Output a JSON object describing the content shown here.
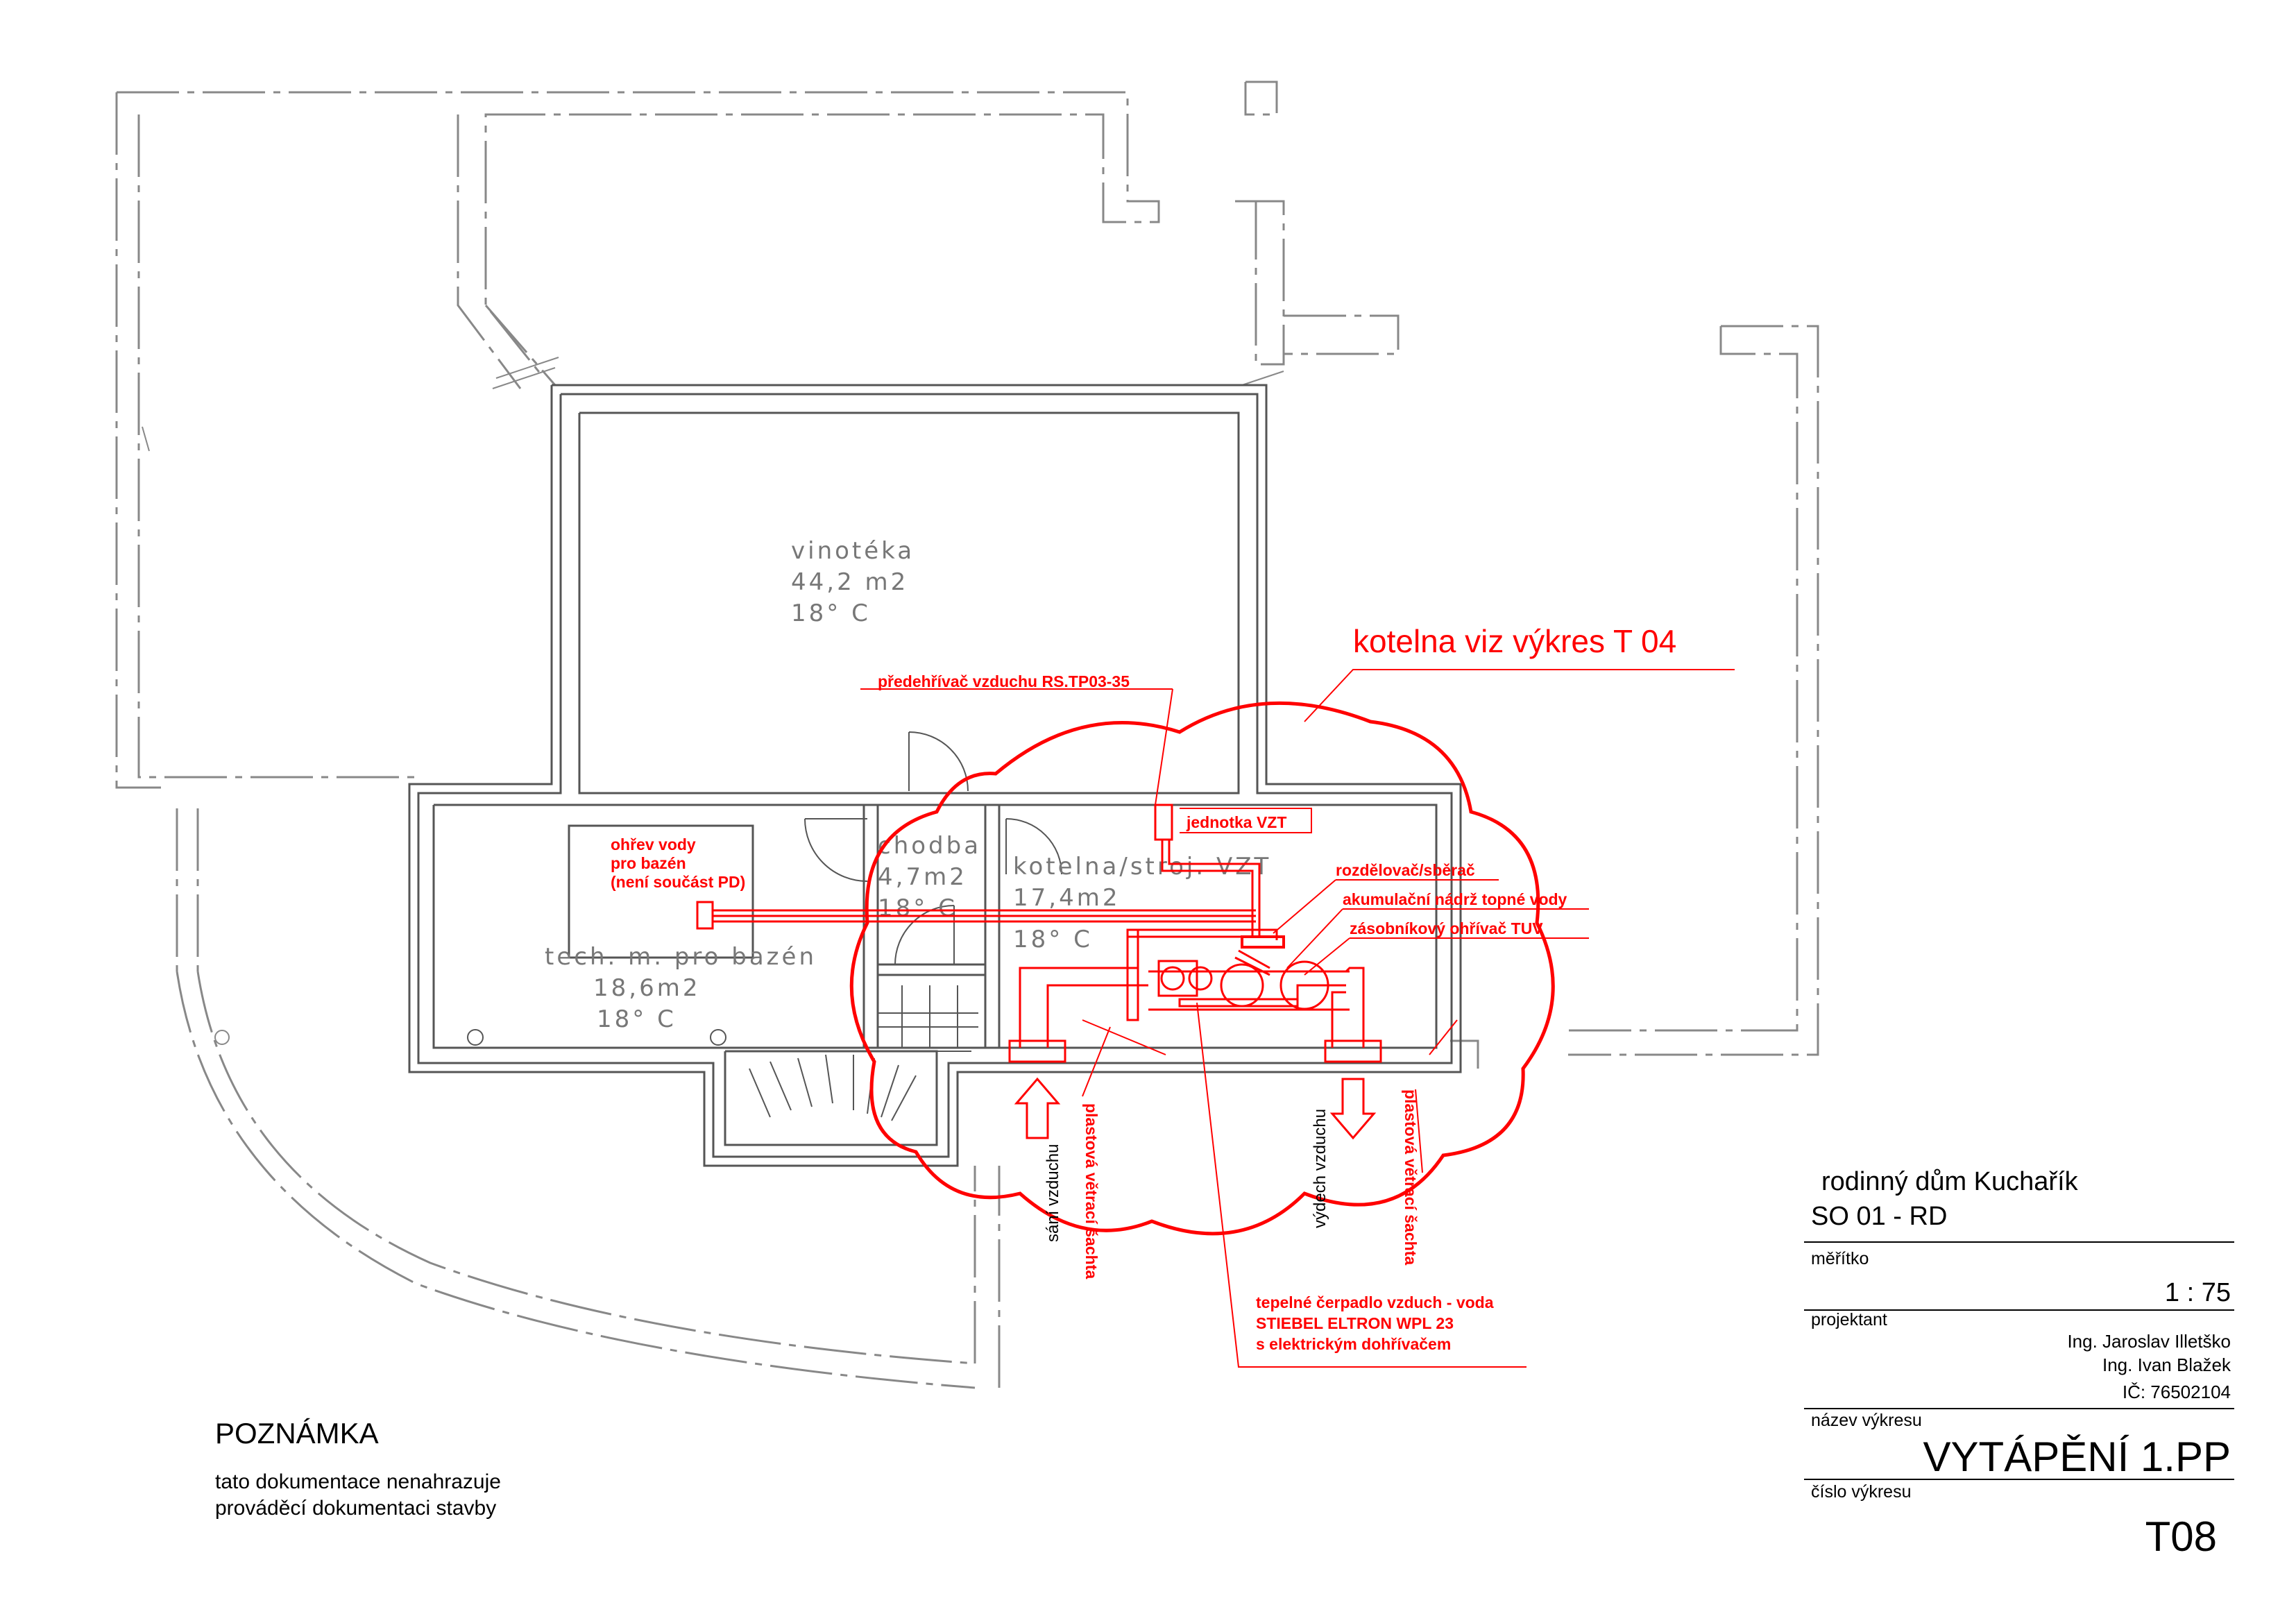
{
  "rooms": {
    "vinoteka": {
      "name": "vinotéka",
      "area": "44,2  m2",
      "temp": "18° C"
    },
    "chodba": {
      "name": "chodba",
      "area": "4,7m2",
      "temp": "18° C"
    },
    "kotelna": {
      "name": "kotelna/stroj. VZT",
      "area": "17,4m2",
      "temp": "18° C"
    },
    "tech": {
      "name": "tech. m. pro bazén",
      "area": "18,6m2",
      "temp": "18° C"
    }
  },
  "annotations": {
    "cloud_title": "kotelna viz výkres T 04",
    "predehrivac": "předehřívač vzduchu RS.TP03-35",
    "jednotka": "jednotka VZT",
    "rozdelovac": "rozdělovač/sběrač",
    "akumulacni": "akumulační nádrž topné vody",
    "zasobnikovy": "zásobníkový ohřívač TUV",
    "ohrev_line1": "ohřev vody",
    "ohrev_line2": "pro bazén",
    "ohrev_line3": "(není součást PD)",
    "sani": "sání vzduchu",
    "vydech": "výdech  vzduchu",
    "sachta_left": "plastová větrací šachta",
    "sachta_right": "plastová větrací šachta",
    "cerpadlo_line1": "tepelné čerpadlo vzduch - voda",
    "cerpadlo_line2": "STIEBEL ELTRON WPL 23",
    "cerpadlo_line3": "s elektrickým dohřívačem"
  },
  "note": {
    "heading": "POZNÁMKA",
    "line1": "tato dokumentace nenahrazuje",
    "line2": "prováděcí dokumentaci stavby"
  },
  "title_block": {
    "project": "rodinný dům Kuchařík",
    "object": "SO 01 - RD",
    "scale_label": "měřítko",
    "scale_value": "1 : 75",
    "designer_label": "projektant",
    "designer1": "Ing. Jaroslav Illetško",
    "designer2": "Ing. Ivan Blažek",
    "ic": "IČ: 76502104",
    "drawing_name_label": "název výkresu",
    "drawing_name": "VYTÁPĚNÍ 1.PP",
    "drawing_number_label": "číslo výkresu",
    "drawing_number": "T08"
  },
  "colors": {
    "annotation": "#ff0000",
    "wall": "#555555",
    "outline": "#888888",
    "text": "#000000"
  }
}
